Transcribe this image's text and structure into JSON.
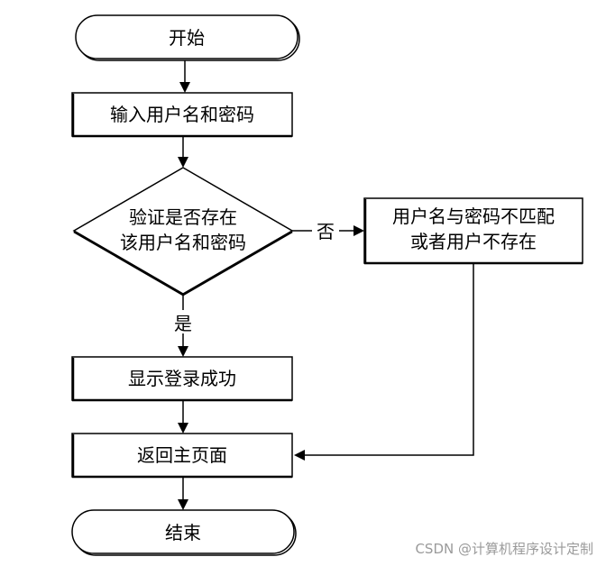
{
  "nodes": {
    "start": "开始",
    "input": "输入用户名和密码",
    "decision_line1": "验证是否存在",
    "decision_line2": "该用户名和密码",
    "mismatch_line1": "用户名与密码不匹配",
    "mismatch_line2": "或者用户不存在",
    "success": "显示登录成功",
    "home": "返回主页面",
    "end": "结束"
  },
  "edges": {
    "no_label": "否",
    "yes_label": "是"
  },
  "watermark": "CSDN @计算机程序设计定制"
}
